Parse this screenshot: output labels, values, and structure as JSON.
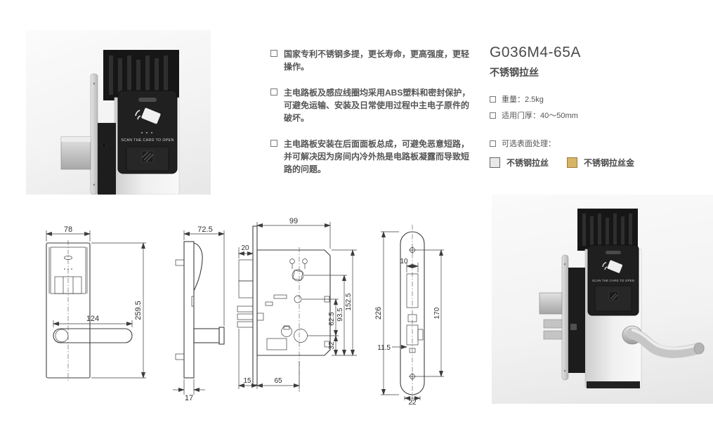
{
  "photo_detail": {
    "screen_text": "SCAN THE CARD TO OPEN"
  },
  "features": {
    "items": [
      "国家专利不锈钢多提，更长寿命，更高强度，更轻操作。",
      "主电路板及感应线圈均采用ABS塑料和密封保护，可避免运输、安装及日常使用过程中主电子原件的破坏。",
      "主电路板安装在后面面板总成，可避免恶意短路，并可解决因为房间内冷外热是电路板凝露而导致短路的问题。"
    ]
  },
  "product": {
    "model": "G036M4-65A",
    "finish": "不锈钢拉丝",
    "specs": [
      "重量：2.5kg",
      "适用门厚：40～50mm"
    ],
    "surface_options_label": "可选表面处理：",
    "finishes": [
      {
        "name": "不锈钢拉丝",
        "swatch_color": "#e9e9e9",
        "swatch_border": "#666666"
      },
      {
        "name": "不锈钢拉丝金",
        "swatch_color": "#d8b469",
        "swatch_border": "#9a7d3a"
      }
    ]
  },
  "drawings": {
    "front_view": {
      "width_mm": "78",
      "handle_length_mm": "124",
      "height_mm": "259.5"
    },
    "side_view": {
      "depth_mm": "72.5",
      "thickness_mm": "17"
    },
    "lock_body": {
      "width_mm": "99",
      "latch_mm": "20",
      "dim_62": "62.5",
      "dim_93": "93.5",
      "dim_152": "152.5",
      "dim_32": "32",
      "edge_mm": "15",
      "backset_mm": "65"
    },
    "strike_plate": {
      "height_mm": "226",
      "slot_mm": "10",
      "offset_mm": "11.5",
      "hole_spacing_mm": "170",
      "width_mm": "22"
    }
  },
  "photo_full": {
    "screen_text": "SCAN THE CARD TO OPEN"
  }
}
